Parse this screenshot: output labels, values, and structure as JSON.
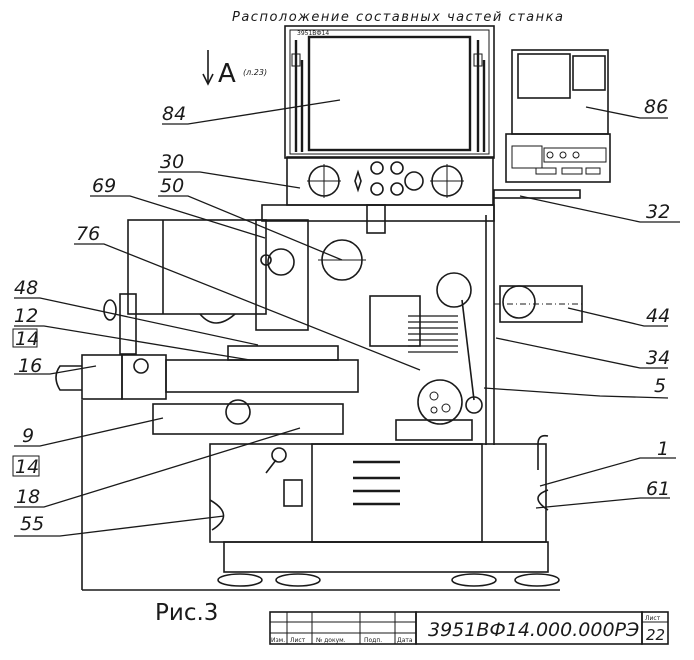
{
  "drawing": {
    "title": "Расположение составных частей станка",
    "figure_caption": "Рис.3",
    "view_marker": {
      "letter": "A",
      "reference": "(л.23)"
    },
    "monitor_plate": "3951ВФ14",
    "callouts_left": [
      {
        "number": "84",
        "part": "monitor-screen"
      },
      {
        "number": "30",
        "part": "control-panel"
      },
      {
        "number": "69",
        "part": "head-mechanism"
      },
      {
        "number": "50",
        "part": "spindle-pulley"
      },
      {
        "number": "76",
        "part": "column"
      },
      {
        "number": "48",
        "part": "handwheel"
      },
      {
        "number": "12",
        "part": "table"
      },
      {
        "number": "14",
        "part": "table-boxed",
        "boxed": true
      },
      {
        "number": "16",
        "part": "table-drive"
      },
      {
        "number": "9",
        "part": "saddle"
      },
      {
        "number": "14",
        "part": "saddle-boxed",
        "boxed": true
      },
      {
        "number": "18",
        "part": "lubrication-line"
      },
      {
        "number": "55",
        "part": "side-handle"
      }
    ],
    "callouts_right": [
      {
        "number": "86",
        "part": "cnc-pendant"
      },
      {
        "number": "32",
        "part": "pendant-arm"
      },
      {
        "number": "44",
        "part": "motor"
      },
      {
        "number": "34",
        "part": "belt-drive"
      },
      {
        "number": "5",
        "part": "spindle-head"
      },
      {
        "number": "1",
        "part": "bed"
      },
      {
        "number": "61",
        "part": "rear-handle"
      }
    ],
    "title_block": {
      "document_code": "3951ВФ14.000.000РЭ",
      "sheet_label": "Лист",
      "sheet_number": "22",
      "columns": [
        "Изм.",
        "Лист",
        "№ докум.",
        "Подп.",
        "Дата"
      ]
    }
  }
}
